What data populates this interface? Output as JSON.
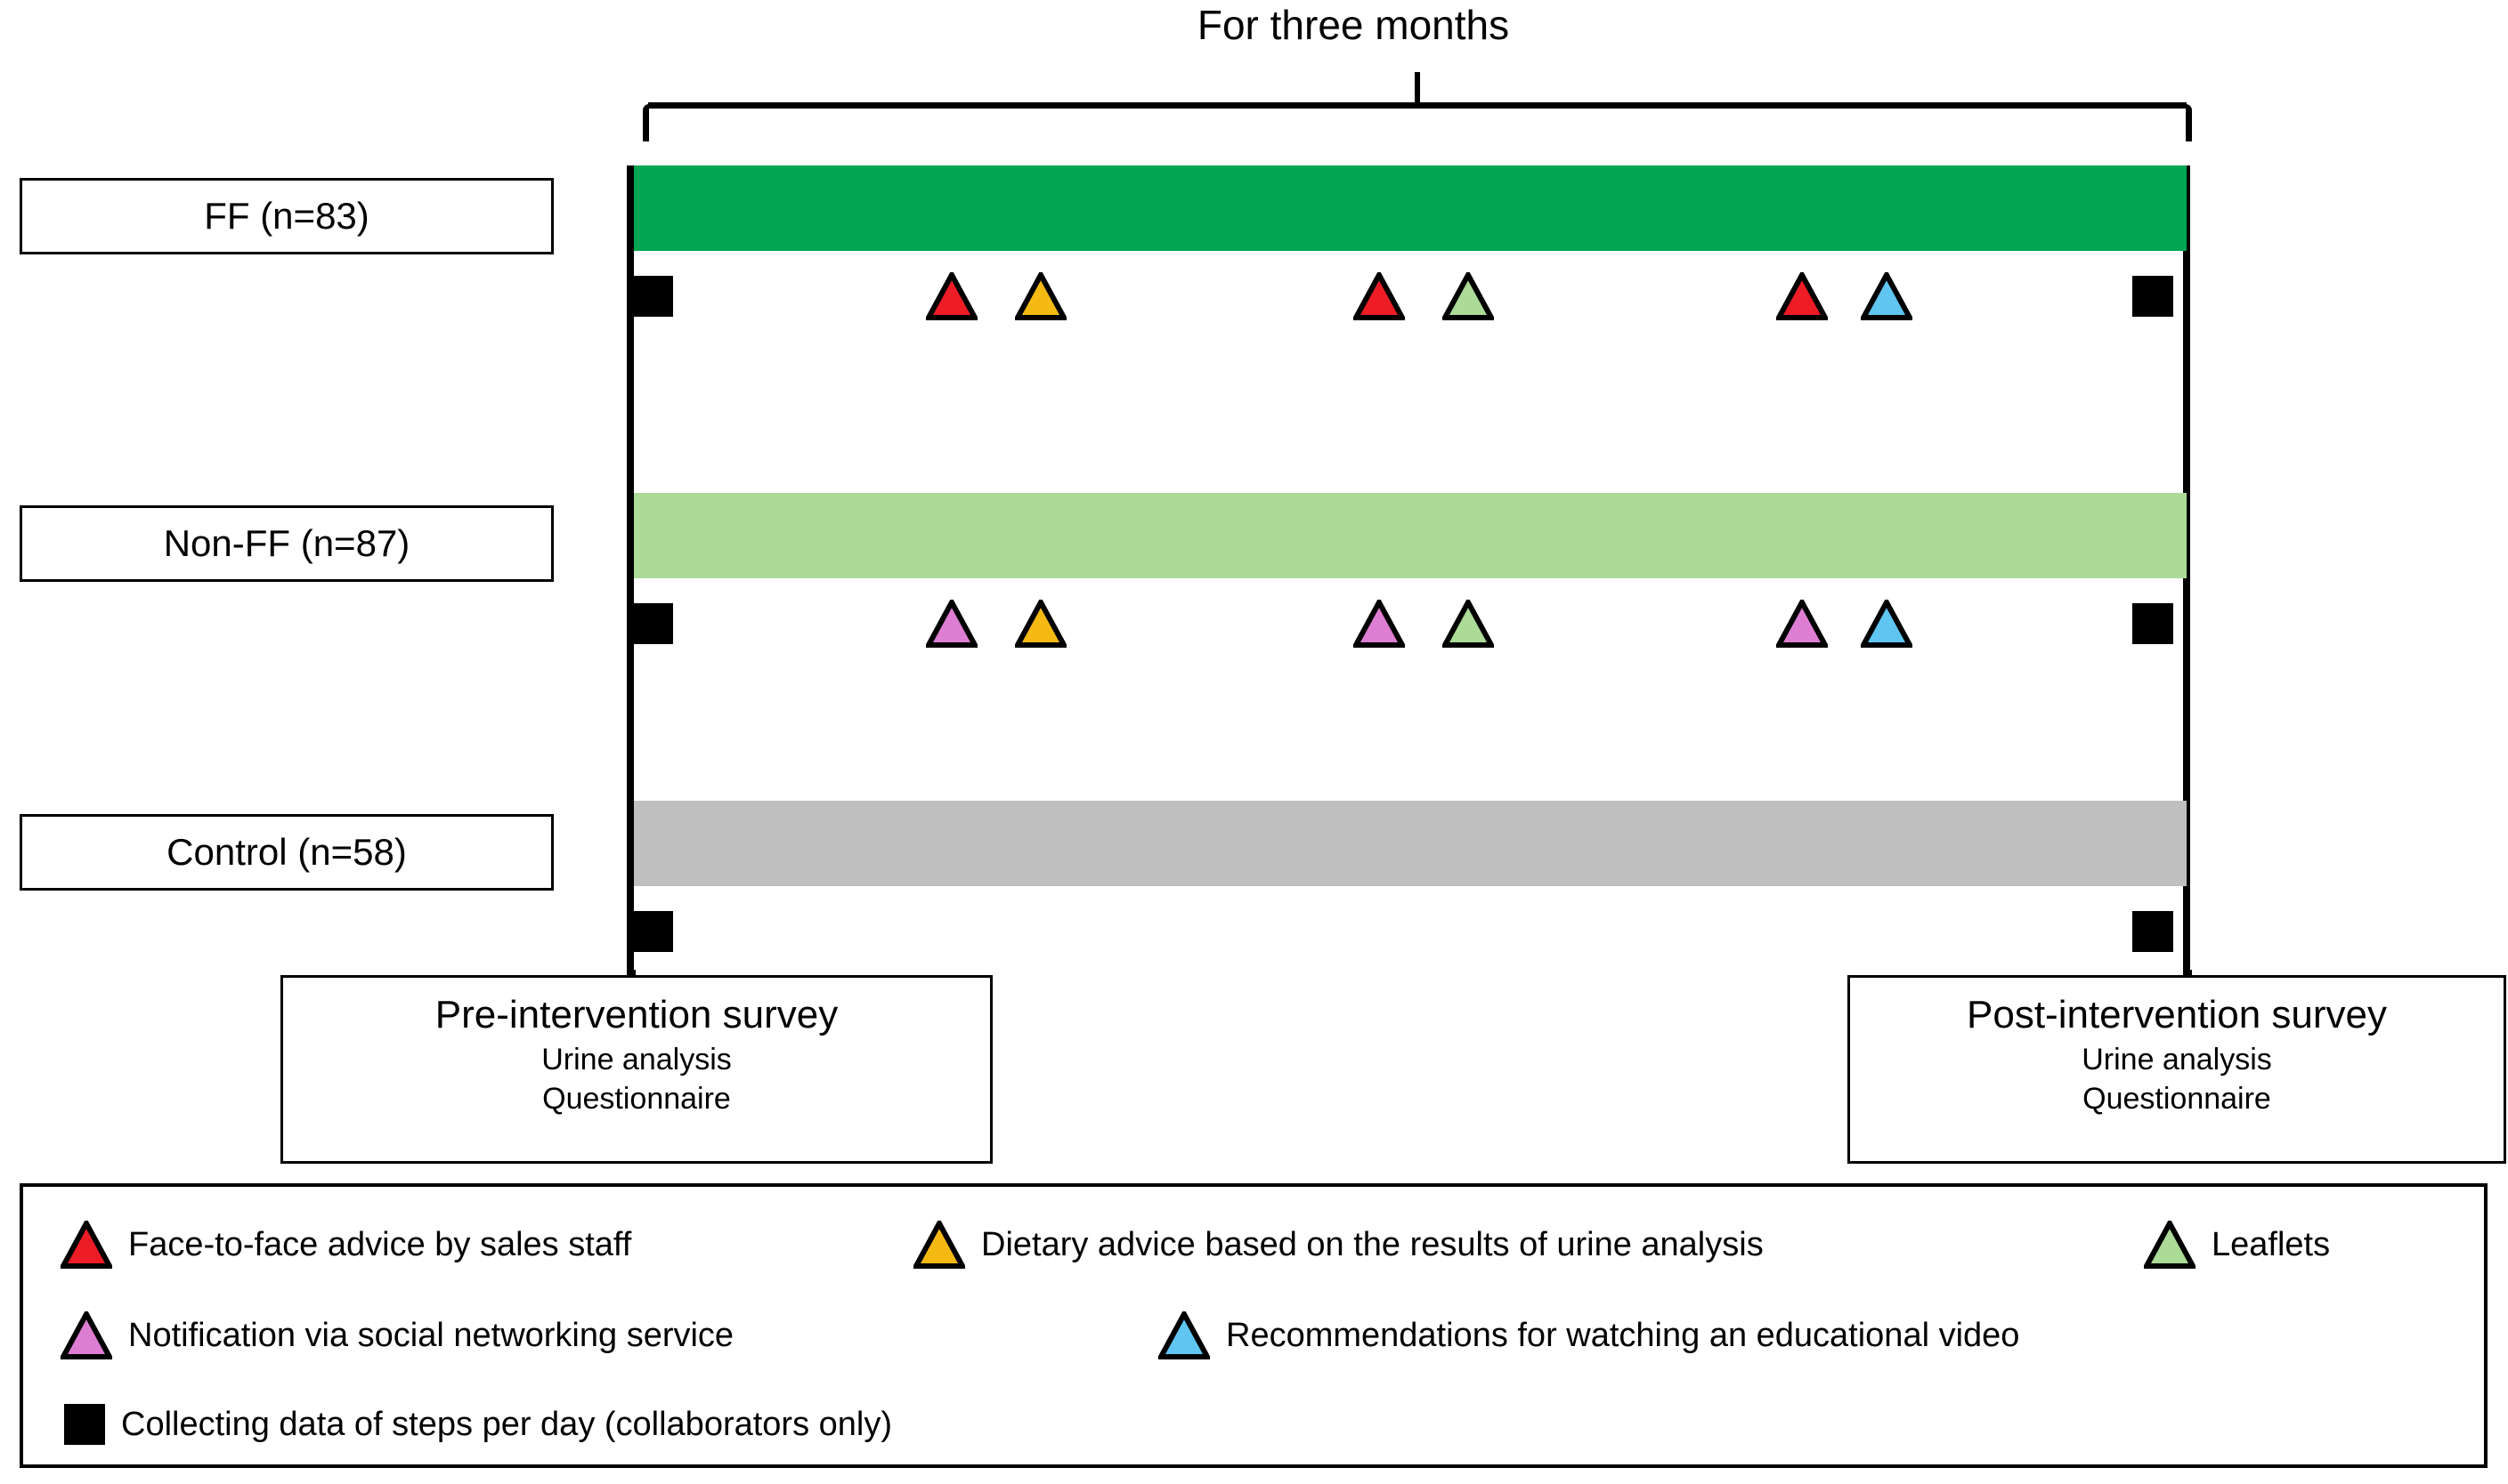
{
  "top_brace": {
    "label": "For three months"
  },
  "groups": [
    {
      "label": "FF (n=83)",
      "bar_color": "#00a651",
      "markers": [
        {
          "type": "square",
          "name": "steps-data-square"
        },
        {
          "type": "triangle",
          "color": "#ee1c25",
          "name": "face-to-face-advice-triangle"
        },
        {
          "type": "triangle",
          "color": "#f5b914",
          "name": "dietary-advice-triangle"
        },
        {
          "type": "triangle",
          "color": "#ee1c25",
          "name": "face-to-face-advice-triangle"
        },
        {
          "type": "triangle",
          "color": "#abdb96",
          "name": "leaflets-triangle"
        },
        {
          "type": "triangle",
          "color": "#ee1c25",
          "name": "face-to-face-advice-triangle"
        },
        {
          "type": "triangle",
          "color": "#60c5f1",
          "name": "educational-video-triangle"
        },
        {
          "type": "square",
          "name": "steps-data-square"
        }
      ]
    },
    {
      "label": "Non-FF (n=87)",
      "bar_color": "#abdb96",
      "markers": [
        {
          "type": "square",
          "name": "steps-data-square"
        },
        {
          "type": "triangle",
          "color": "#dd7ed2",
          "name": "sns-notification-triangle"
        },
        {
          "type": "triangle",
          "color": "#f5b914",
          "name": "dietary-advice-triangle"
        },
        {
          "type": "triangle",
          "color": "#dd7ed2",
          "name": "sns-notification-triangle"
        },
        {
          "type": "triangle",
          "color": "#abdb96",
          "name": "leaflets-triangle"
        },
        {
          "type": "triangle",
          "color": "#dd7ed2",
          "name": "sns-notification-triangle"
        },
        {
          "type": "triangle",
          "color": "#60c5f1",
          "name": "educational-video-triangle"
        },
        {
          "type": "square",
          "name": "steps-data-square"
        }
      ]
    },
    {
      "label": "Control (n=58)",
      "bar_color": "#bfbfbf",
      "markers": [
        {
          "type": "square",
          "name": "steps-data-square"
        },
        {
          "type": "square",
          "name": "steps-data-square"
        }
      ]
    }
  ],
  "surveys": {
    "pre": {
      "title": "Pre-intervention survey",
      "lines": [
        "Urine analysis",
        "Questionnaire"
      ]
    },
    "post": {
      "title": "Post-intervention survey",
      "lines": [
        "Urine analysis",
        "Questionnaire"
      ]
    }
  },
  "legend": {
    "items": [
      {
        "marker": "triangle",
        "color": "#ee1c25",
        "icon_name": "red-triangle-icon",
        "label": "Face-to-face advice by sales staff"
      },
      {
        "marker": "triangle",
        "color": "#f5b914",
        "icon_name": "yellow-triangle-icon",
        "label": "Dietary advice based on the results of urine analysis"
      },
      {
        "marker": "triangle",
        "color": "#abdb96",
        "icon_name": "green-triangle-icon",
        "label": "Leaflets"
      },
      {
        "marker": "triangle",
        "color": "#dd7ed2",
        "icon_name": "pink-triangle-icon",
        "label": "Notification via social networking service"
      },
      {
        "marker": "triangle",
        "color": "#60c5f1",
        "icon_name": "blue-triangle-icon",
        "label": "Recommendations for watching an educational video"
      },
      {
        "marker": "square",
        "color": "#000000",
        "icon_name": "black-square-icon",
        "label": "Collecting data of steps per day (collaborators only)"
      }
    ]
  },
  "colors": {
    "ff_green": "#00a651",
    "nonff_green": "#abdb96",
    "control_gray": "#bfbfbf",
    "red": "#ee1c25",
    "yellow": "#f5b914",
    "pink": "#dd7ed2",
    "blue": "#60c5f1",
    "outline": "#000000"
  },
  "layout": {
    "group_tops": [
      186,
      554,
      900
    ],
    "label_tops": [
      200,
      568,
      915
    ],
    "marker_tops": [
      310,
      678,
      1024
    ],
    "marker_x": [
      710,
      1040,
      1140,
      1520,
      1620,
      1995,
      2090,
      2395
    ],
    "control_marker_x": [
      710,
      2395
    ]
  }
}
